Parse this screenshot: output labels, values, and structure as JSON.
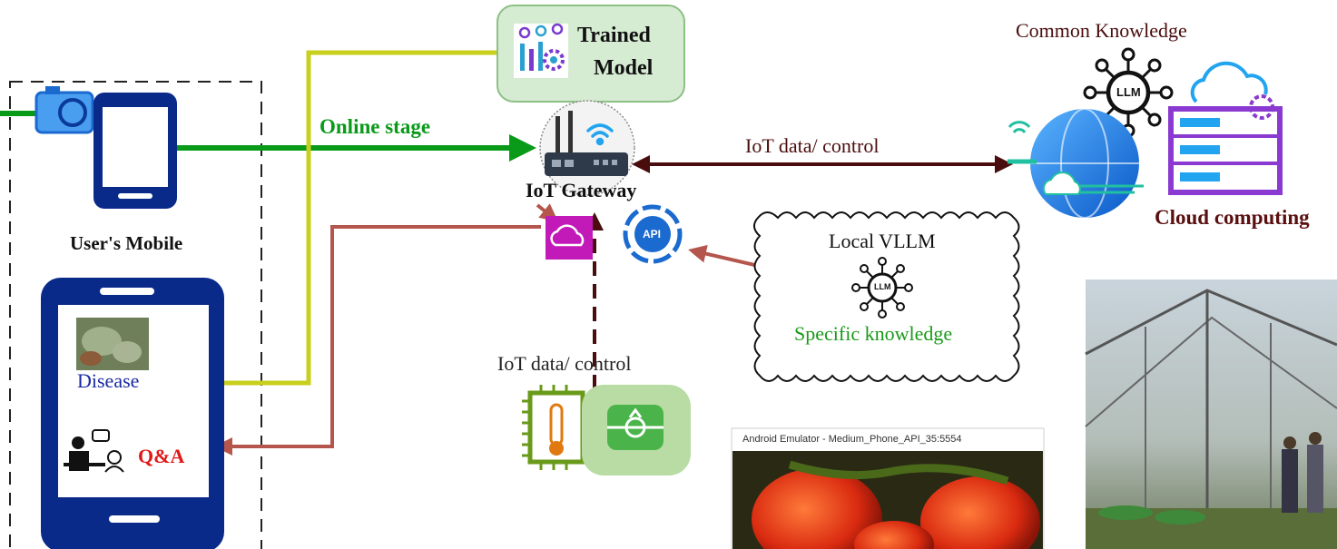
{
  "labels": {
    "trained_model": [
      "Trained",
      "Model"
    ],
    "online_stage": "Online stage",
    "iot_gateway": "IoT Gateway",
    "users_mobile": "User's Mobile",
    "iot_data_control_top": "IoT data/ control",
    "iot_data_control_bottom": "IoT data/ control",
    "common_knowledge": "Common Knowledge",
    "cloud_computing": "Cloud computing",
    "local_vllm": "Local VLLM",
    "specific_knowledge": "Specific knowledge",
    "disease": "Disease",
    "qa": "Q&A",
    "llm_badge": "LLM",
    "api_badge": "API"
  },
  "emulator": {
    "title": "Android Emulator - Medium_Phone_API_35:5554"
  },
  "colors": {
    "online_green": "#0a9a1a",
    "model_box_fill": "#d6ecd2",
    "model_box_stroke": "#8dbf86",
    "trained_path": "#c8cf1c",
    "qa_path": "#b5564d",
    "dark_maroon": "#4a0d0d",
    "navy": "#0a2a8a",
    "magenta_box": "#c21ab8",
    "cloud_text": "#5a1010",
    "specific_green": "#1a9a1a",
    "qa_red": "#e01818",
    "disease_blue": "#1a2aa0"
  },
  "icons": [
    "camera-icon",
    "phone-icon",
    "model-gear-icon",
    "router-icon",
    "wifi-icon",
    "cloud-sync-icon",
    "api-icon",
    "llm-icon",
    "globe-icon",
    "server-icon",
    "sensor-chip-icon",
    "thermometer-icon",
    "actuator-valve-icon",
    "farmer-icon",
    "leaf-disease-image",
    "tomato-image",
    "greenhouse-photo"
  ]
}
